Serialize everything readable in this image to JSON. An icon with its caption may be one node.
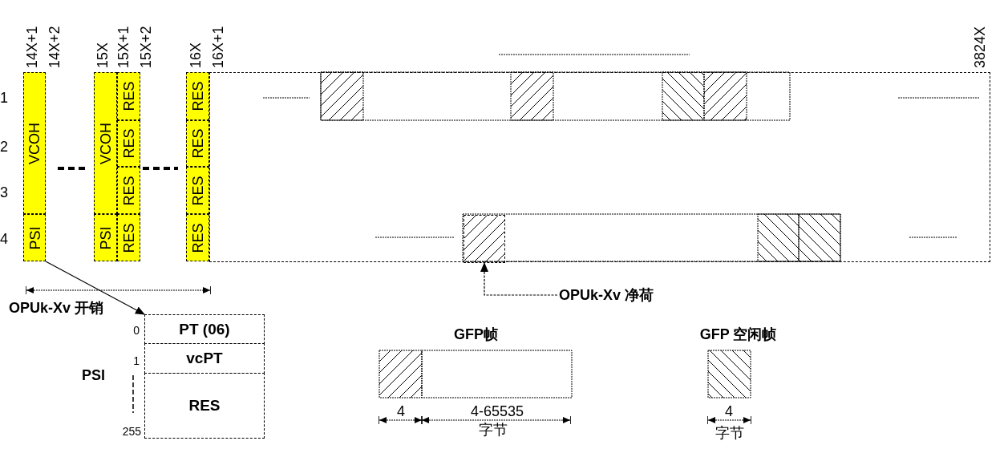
{
  "diagram": {
    "nodes": [
      {
        "text": [
          "VCOH"
        ]
      },
      {
        "text": [
          "PSI"
        ]
      },
      {
        "text": [
          "VCOH"
        ]
      },
      {
        "text": [
          "PSI"
        ]
      },
      {
        "text": [
          "RES"
        ]
      },
      {
        "text": [
          "RES"
        ]
      },
      {
        "text": [
          "RES"
        ]
      },
      {
        "text": [
          "RES"
        ]
      },
      {
        "text": [
          "RES"
        ]
      },
      {
        "text": [
          "RES"
        ]
      },
      {
        "text": [
          "RES"
        ]
      },
      {
        "text": [
          "RES"
        ]
      },
      {
        "text": [],
        "shape": "box"
      },
      {
        "text": [],
        "shape": "box",
        "in": 12
      },
      {
        "text": [
          "OPUk-Xv 净荷"
        ]
      },
      {
        "text": [
          "PSI"
        ]
      },
      {
        "text": [
          "PT (06)"
        ],
        "in": 15
      },
      {
        "text": [
          "vcPT"
        ],
        "in": 15
      },
      {
        "text": [
          "RES"
        ],
        "in": 15
      },
      {
        "text": [
          "GFP帧"
        ]
      },
      {
        "text": [
          "GFP 空闲帧"
        ]
      }
    ],
    "edges": [
      {
        "from": 1,
        "to": 15,
        "arrow": "to"
      },
      {
        "from": 14,
        "to": 13,
        "arrow": "to",
        "style": "dashed"
      }
    ],
    "labels": [
      "14X+1",
      "14X+2",
      "15X",
      "15X+1",
      "15X+2",
      "16X",
      "16X+1",
      "3824X",
      "1",
      "2",
      "3",
      "4",
      "OPUk-Xv 开销",
      "0",
      "1",
      "255",
      "4",
      "4-65535",
      "字节",
      "4",
      "字节"
    ]
  }
}
